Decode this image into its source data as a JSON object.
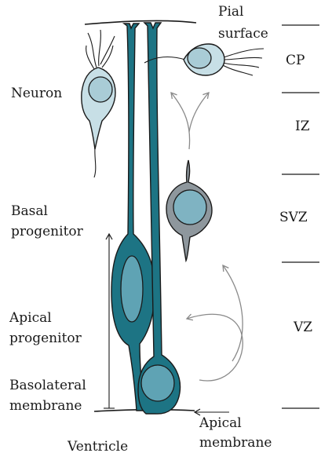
{
  "labels": {
    "pial_surface_line1": "Pial",
    "pial_surface_line2": "surface",
    "neuron": "Neuron",
    "basal_progenitor_line1": "Basal",
    "basal_progenitor_line2": "progenitor",
    "apical_progenitor_line1": "Apical",
    "apical_progenitor_line2": "progenitor",
    "basolateral_membrane_line1": "Basolateral",
    "basolateral_membrane_line2": "membrane",
    "ventricle": "Ventricle",
    "apical_membrane_line1": "Apical",
    "apical_membrane_line2": "membrane"
  },
  "zones": [
    "CP",
    "IZ",
    "SVZ",
    "VZ"
  ],
  "colors": {
    "apical_cell": "#1d7484",
    "apical_nucleus": "#5fa3b4",
    "basal_cell": "#8e979d",
    "basal_nucleus": "#7fb3c2",
    "neuron_cell": "#c7dfe6",
    "neuron_nucleus": "#a9ccd6",
    "outline": "#1a1a1a",
    "arrow": "#8a8a8a"
  }
}
